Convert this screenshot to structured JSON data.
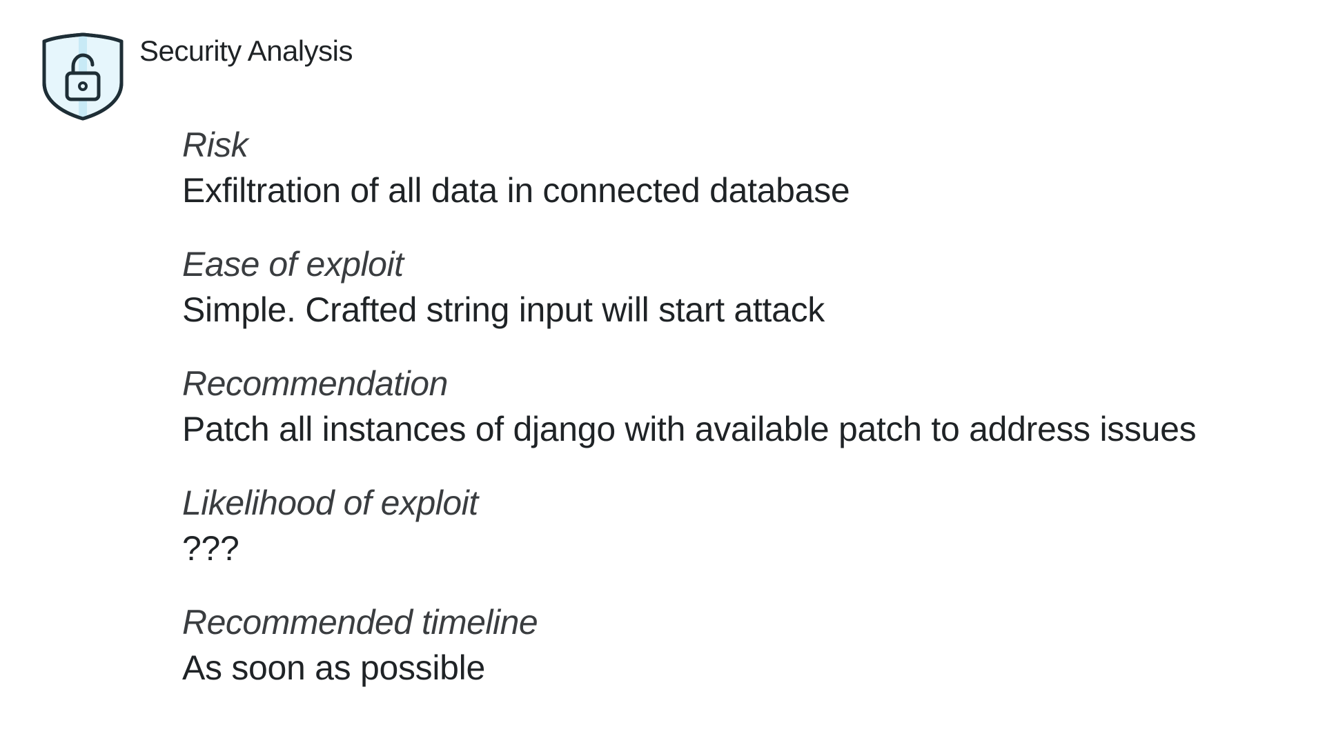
{
  "app": {
    "title": "Security Analysis",
    "icon": "shield-unlocked-padlock-icon"
  },
  "colors": {
    "shield_outline": "#1e2e36",
    "shield_fill": "#e6f6fc",
    "shield_stripe": "#c8eaf6",
    "text": "#1f2326"
  },
  "fields": [
    {
      "label": "Risk",
      "value": "Exfiltration of all data in connected database"
    },
    {
      "label": "Ease of exploit",
      "value": "Simple. Crafted string input will start attack"
    },
    {
      "label": "Recommendation",
      "value": "Patch all instances of django with available patch to address issues"
    },
    {
      "label": "Likelihood of exploit",
      "value": "???"
    },
    {
      "label": "Recommended timeline",
      "value": "As soon as possible"
    }
  ]
}
